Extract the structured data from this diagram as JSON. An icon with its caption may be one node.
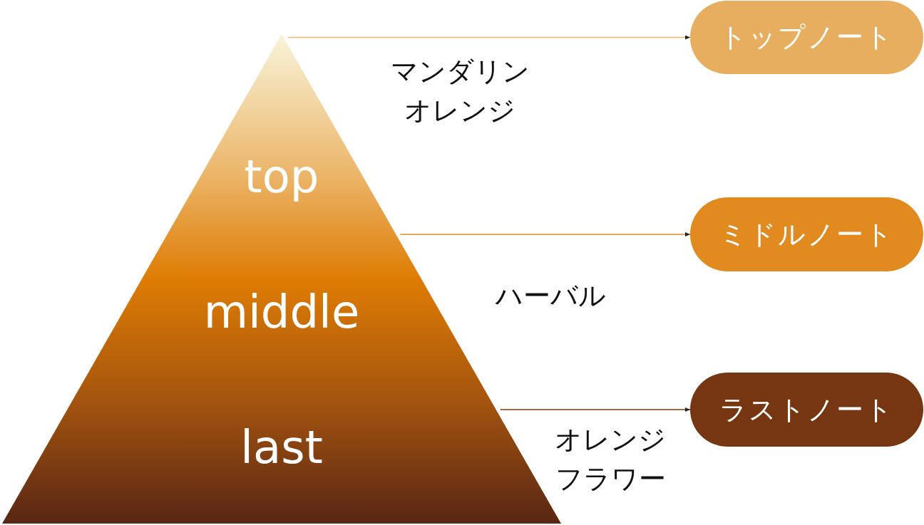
{
  "diagram": {
    "nodes": [
      {
        "text": [
          "top",
          "middle",
          "last"
        ]
      },
      {
        "text": [
          "トップノート"
        ]
      },
      {
        "text": [
          "ミドルノート"
        ]
      },
      {
        "text": [
          "ラストノート"
        ]
      }
    ],
    "edges": [
      {
        "from": 0,
        "to": 1,
        "arrow": "to",
        "color": "#f0b478"
      },
      {
        "from": 0,
        "to": 2,
        "arrow": "to",
        "color": "#e08a20"
      },
      {
        "from": 0,
        "to": 3,
        "arrow": "to",
        "color": "#7a3a12"
      }
    ],
    "labels": [
      "マンダリンオレンジ",
      "ハーバル",
      "オレンジフラワー"
    ]
  }
}
